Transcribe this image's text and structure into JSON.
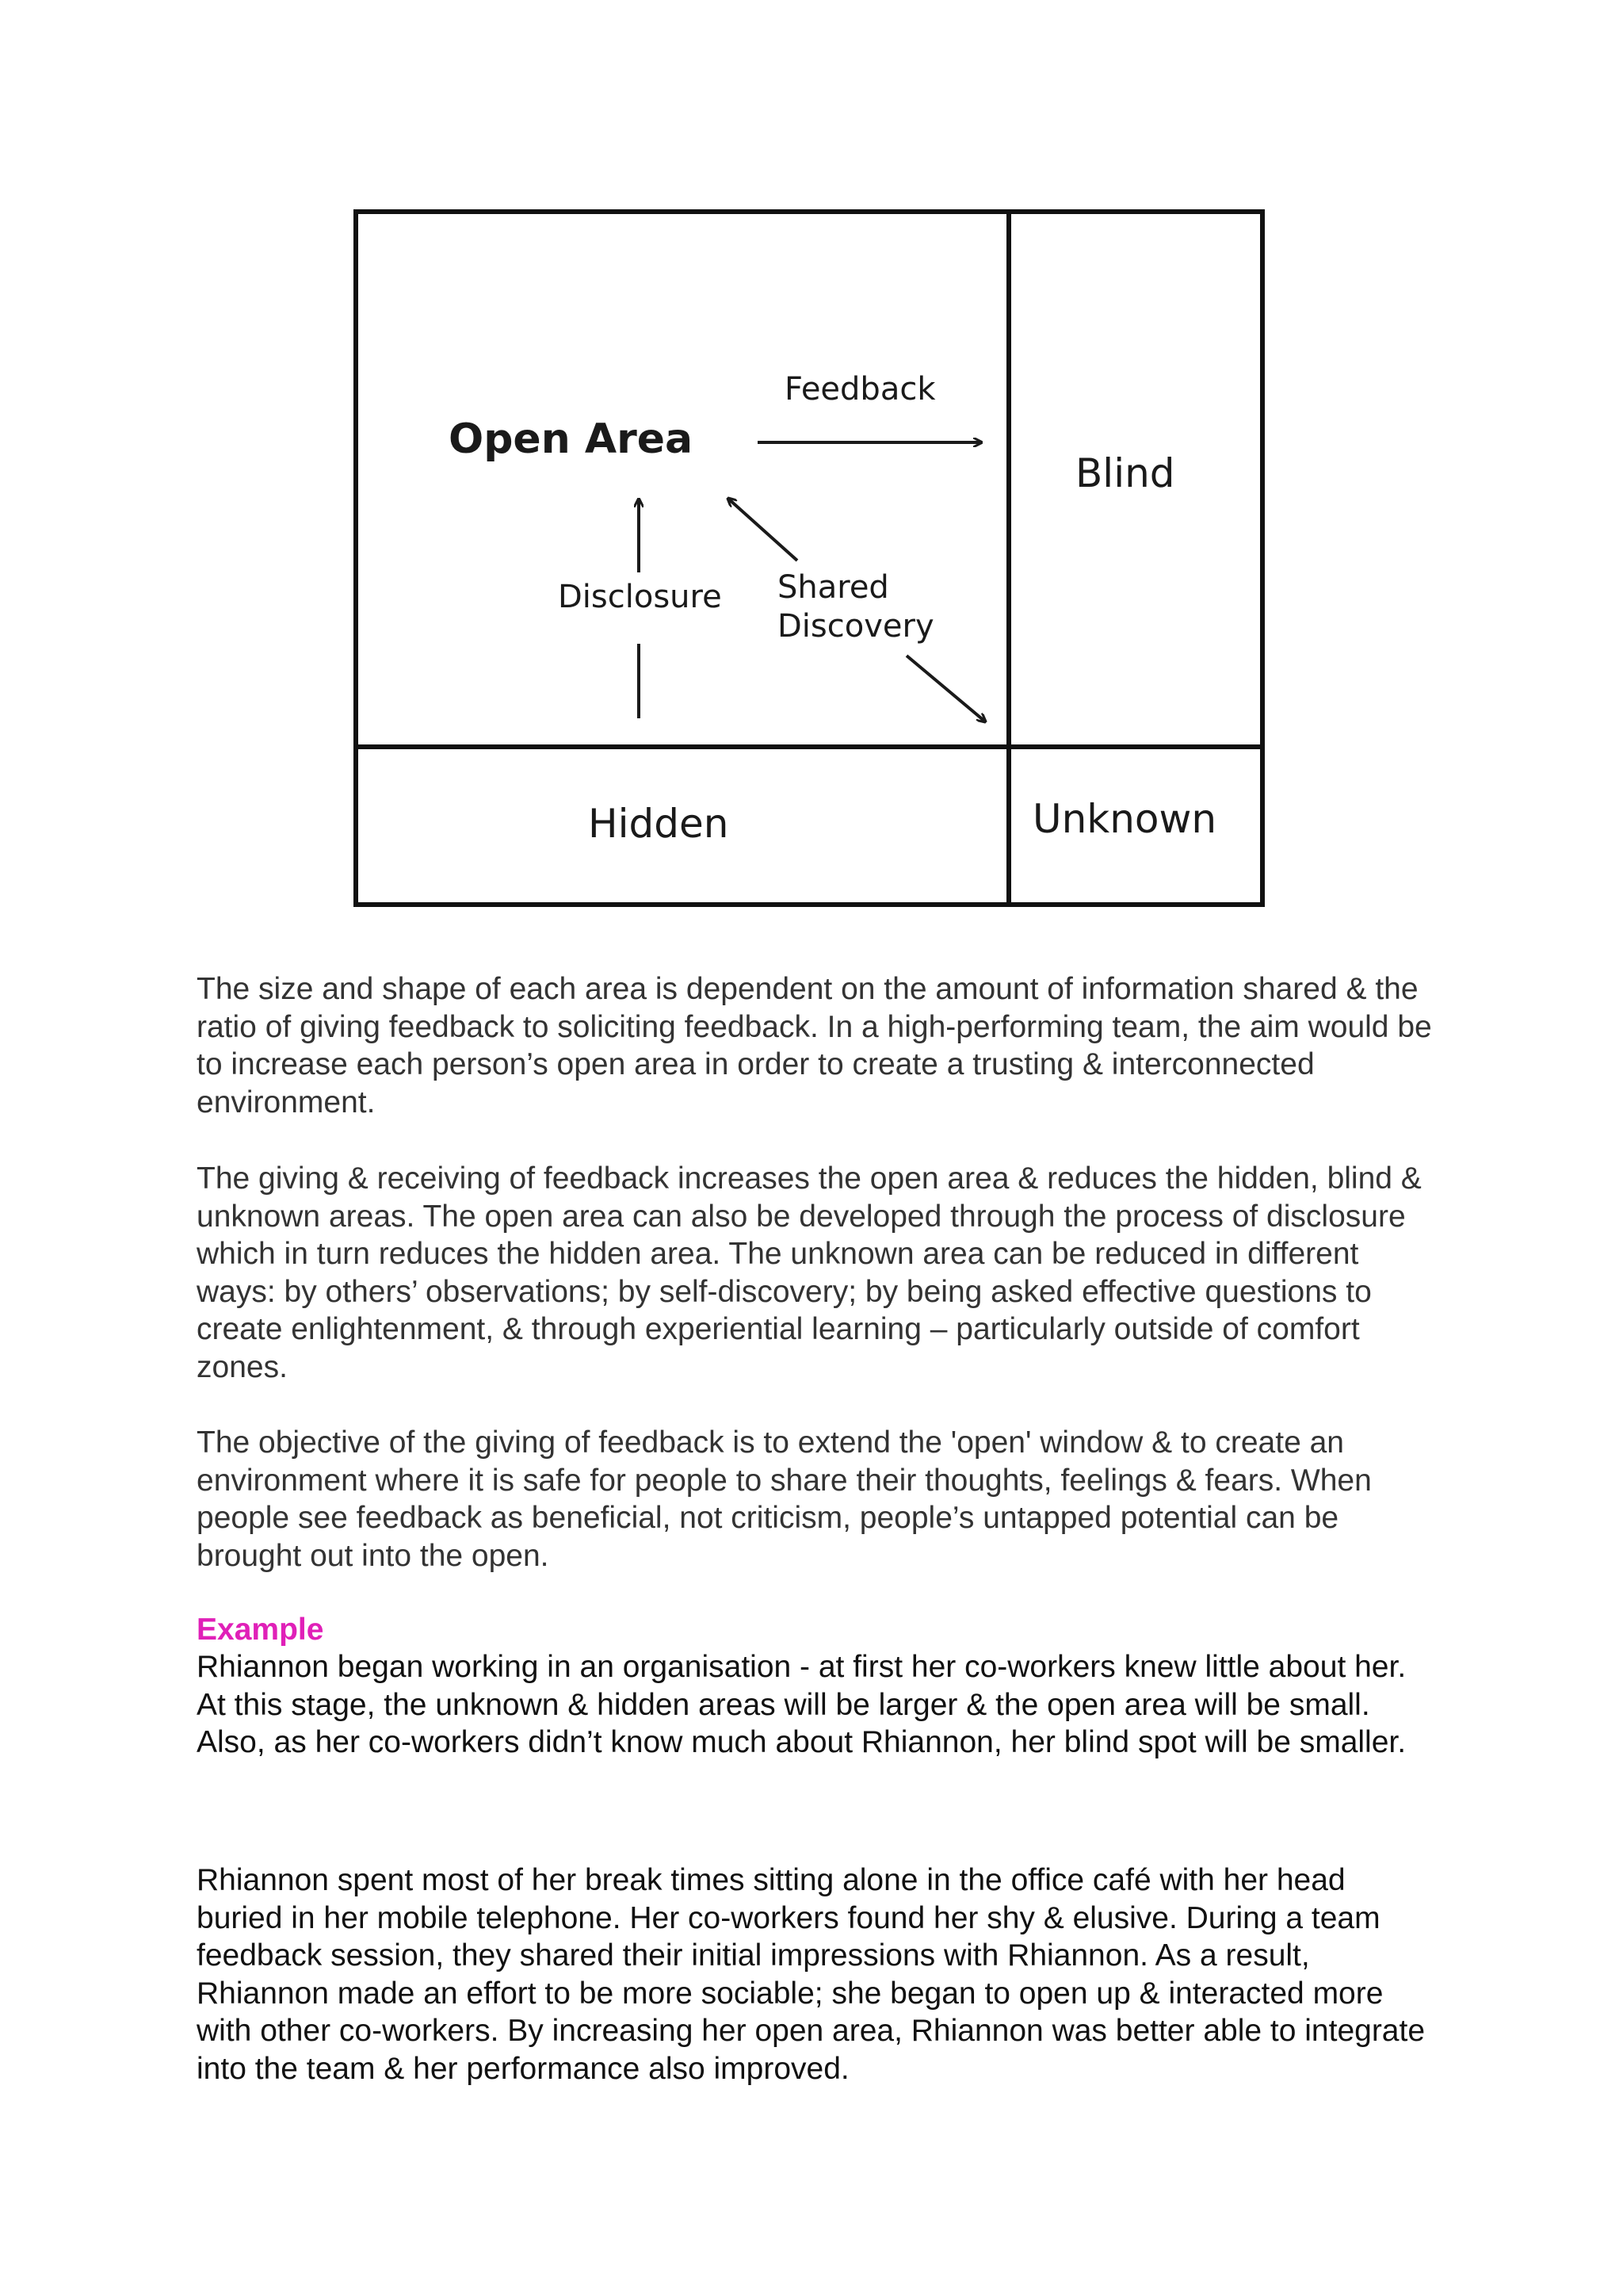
{
  "diagram": {
    "open_area": "Open Area",
    "blind": "Blind",
    "hidden": "Hidden",
    "unknown": "Unknown",
    "feedback": "Feedback",
    "disclosure": "Disclosure",
    "shared_line1": "Shared",
    "shared_line2": "Discovery"
  },
  "paragraphs": [
    "The size and shape of each area is dependent on the amount of information shared & the ratio of giving feedback to soliciting feedback. In a high-performing team, the aim would be to increase each person’s open area in order to create a trusting & interconnected environment.",
    "The giving & receiving of feedback increases the open area & reduces the hidden, blind & unknown areas. The open area can also be developed through the process of disclosure which in turn reduces the hidden area. The unknown area can be reduced in different ways: by others’ observations; by self-discovery; by being asked effective questions to create enlightenment, & through experiential learning – particularly outside of comfort zones.",
    "The objective of the giving of feedback is to extend the 'open' window & to create an environment where it is safe for people to share their thoughts, feelings & fears. When people see feedback as beneficial, not criticism, people’s untapped potential can be brought out into the open."
  ],
  "example": {
    "heading": "Example",
    "heading_color": "#e020b8",
    "paragraphs": [
      "Rhiannon began working in an organisation - at first her co-workers knew little about her. At this stage, the unknown & hidden areas will be larger & the open area will be small. Also, as her co-workers didn’t know much about Rhiannon, her blind spot will be smaller.",
      "Rhiannon spent most of her break times sitting alone in the office café with her head buried in her mobile telephone. Her co-workers found her shy & elusive. During a team feedback session, they shared their initial impressions with Rhiannon. As a result, Rhiannon made an effort to be more sociable; she began to open up & interacted more with other co-workers. By increasing her open area, Rhiannon was better able to integrate into the team & her performance also improved."
    ]
  }
}
